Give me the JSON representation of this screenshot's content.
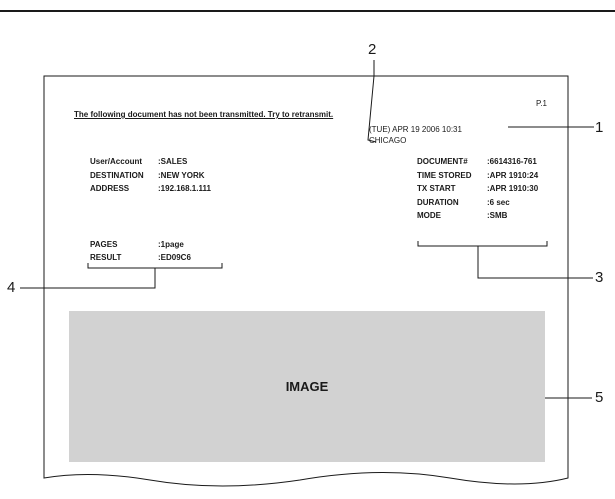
{
  "report": {
    "page_number": "P.1",
    "heading": "The following document has not been transmitted. Try to retransmit.",
    "datetime": "(TUE) APR 19 2006 10:31",
    "sender_name": "CHICAGO",
    "left_fields": [
      {
        "label": "User/Account",
        "value": ":SALES"
      },
      {
        "label": "DESTINATION",
        "value": ":NEW YORK"
      },
      {
        "label": "ADDRESS",
        "value": ":192.168.1.111"
      }
    ],
    "bottom_fields": [
      {
        "label": "PAGES",
        "value": ":1page"
      },
      {
        "label": "RESULT",
        "value": ":ED09C6"
      }
    ],
    "right_fields": [
      {
        "label": "DOCUMENT#",
        "value": ":6614316-761"
      },
      {
        "label": "TIME STORED",
        "value": ":APR 1910:24"
      },
      {
        "label": "TX START",
        "value": ":APR 1910:30"
      },
      {
        "label": "DURATION",
        "value": ":6 sec"
      },
      {
        "label": "MODE",
        "value": ":SMB"
      }
    ],
    "image_label": "IMAGE"
  },
  "callouts": [
    "1",
    "2",
    "3",
    "4",
    "5"
  ]
}
